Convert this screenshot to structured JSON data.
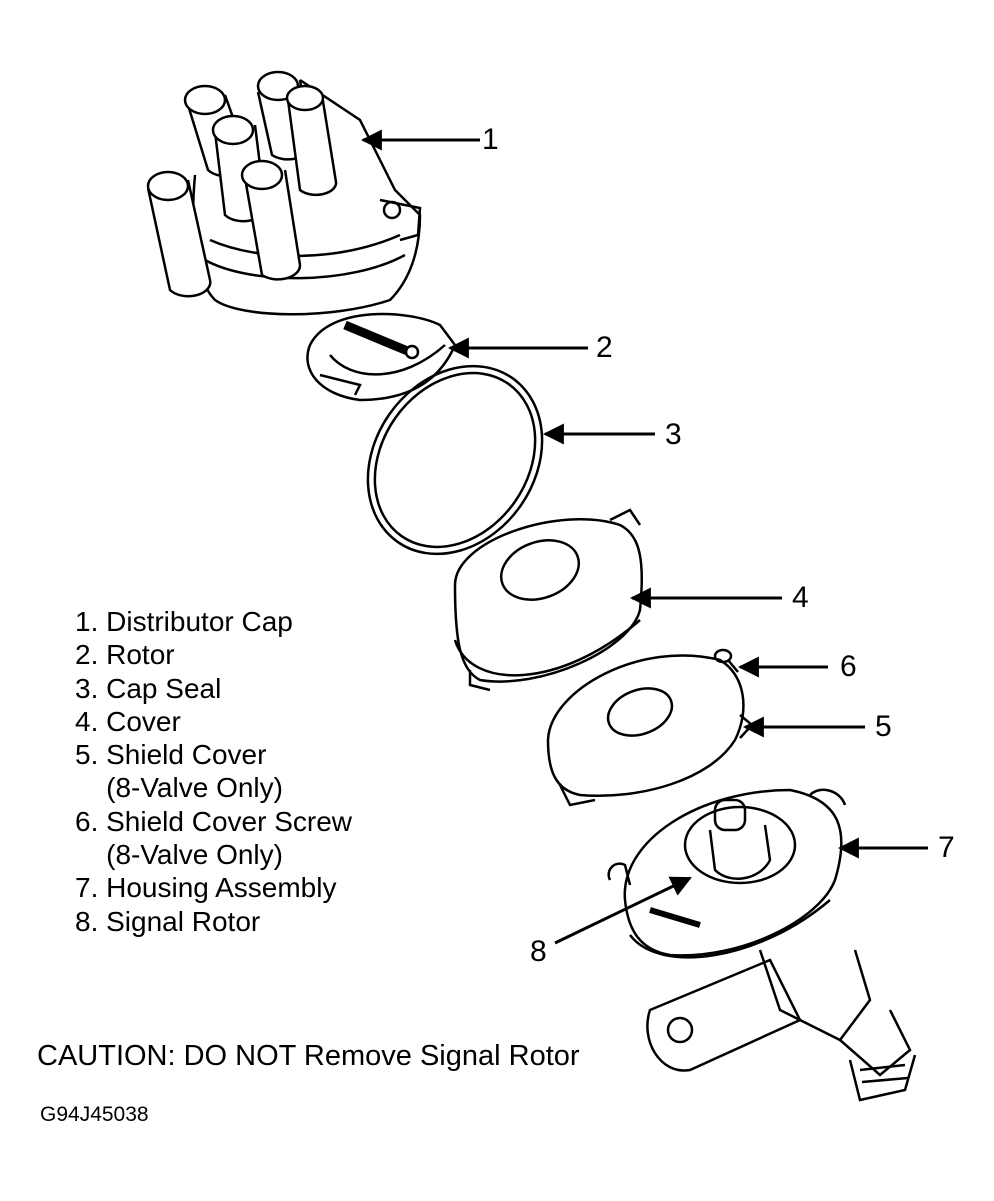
{
  "callouts": [
    "1",
    "2",
    "3",
    "4",
    "5",
    "6",
    "7",
    "8"
  ],
  "legend": [
    "1. Distributor Cap",
    "2. Rotor",
    "3. Cap Seal",
    "4. Cover",
    "5. Shield Cover",
    "    (8-Valve Only)",
    "6. Shield Cover Screw",
    "    (8-Valve Only)",
    "7. Housing Assembly",
    "8. Signal Rotor"
  ],
  "caution": "CAUTION: DO NOT Remove Signal Rotor",
  "figure_id": "G94J45038"
}
